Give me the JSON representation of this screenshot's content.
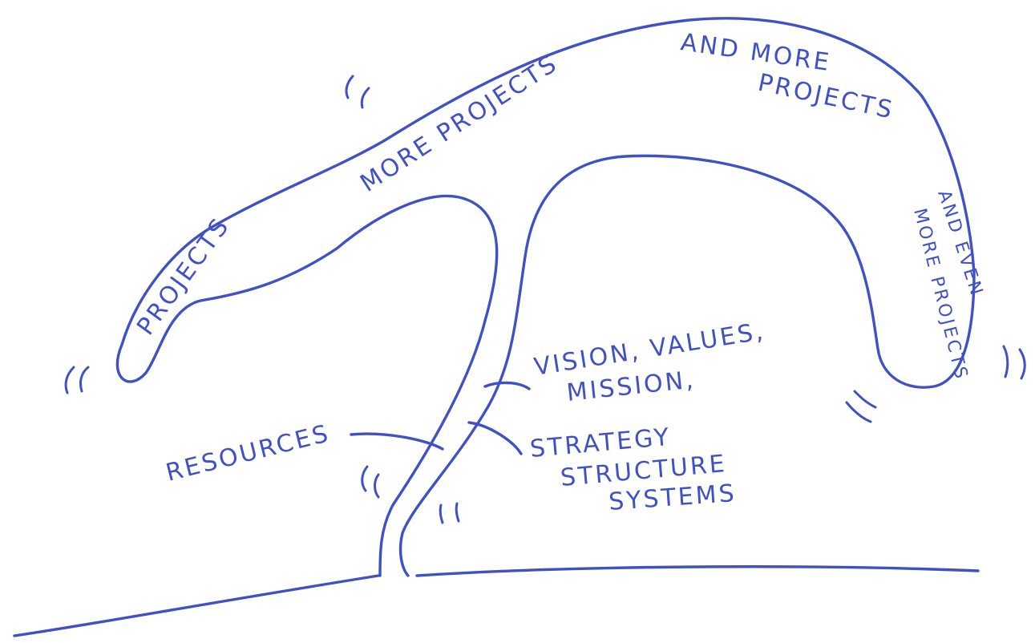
{
  "colors": {
    "ink": "#3f51c4",
    "background": "#ffffff"
  },
  "labels": {
    "projects": "PROJECTS",
    "more_projects": "MORE PROJECTS",
    "and_more_line1": "AND MORE",
    "and_more_line2": "PROJECTS",
    "and_even_line1": "AND EVEN",
    "and_even_line2": "MORE PROJECTS",
    "vision_line1": "VISION, VALUES,",
    "vision_line2": "MISSION,",
    "resources": "RESOURCES",
    "strategy_line1": "STRATEGY",
    "strategy_line2": "STRUCTURE",
    "strategy_line3": "SYSTEMS"
  }
}
